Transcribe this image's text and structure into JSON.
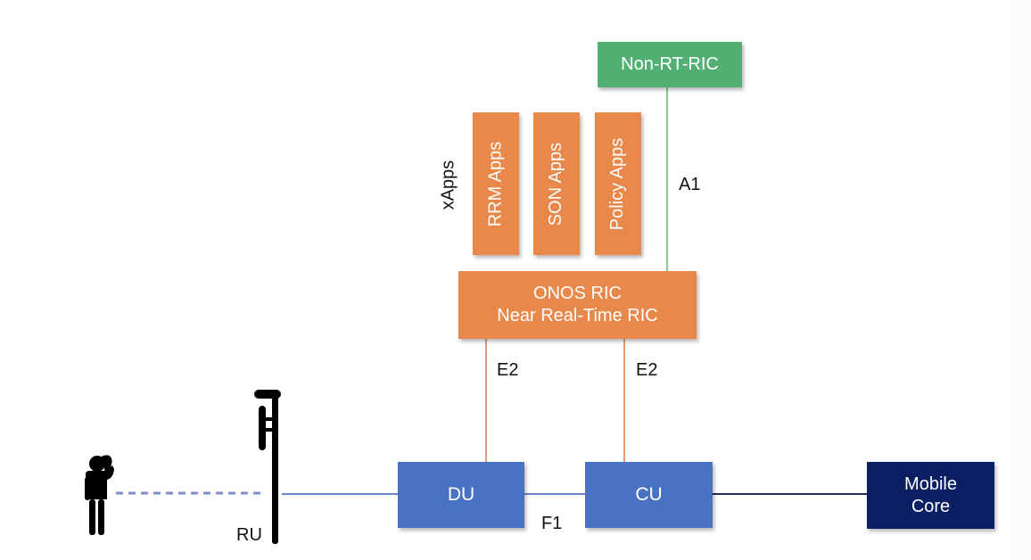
{
  "colors": {
    "non_rt_ric": "#52b074",
    "near_rt_ric": "#e8884a",
    "xapp": "#e8884a",
    "du_cu": "#4a72c2",
    "mobile_core": "#0b1f63",
    "a1_line": "#8cc98f",
    "e2_line": "#e39a73",
    "fronthaul_line": "#6f86c7",
    "backhaul_line": "#1f2f60"
  },
  "nodes": {
    "non_rt_ric": "Non-RT-RIC",
    "near_rt_ric": {
      "line1": "ONOS RIC",
      "line2": "Near Real-Time RIC"
    },
    "xapps_group": "xApps",
    "xapps": [
      {
        "label": "RRM Apps"
      },
      {
        "label": "SON Apps"
      },
      {
        "label": "Policy Apps"
      }
    ],
    "du": "DU",
    "cu": "CU",
    "mobile_core": {
      "line1": "Mobile",
      "line2": "Core"
    },
    "ru": "RU"
  },
  "interfaces": {
    "a1": "A1",
    "e2_du": "E2",
    "e2_cu": "E2",
    "f1": "F1"
  },
  "icons": {
    "user": "person-on-phone-icon",
    "tower": "cell-tower-antenna-icon"
  }
}
